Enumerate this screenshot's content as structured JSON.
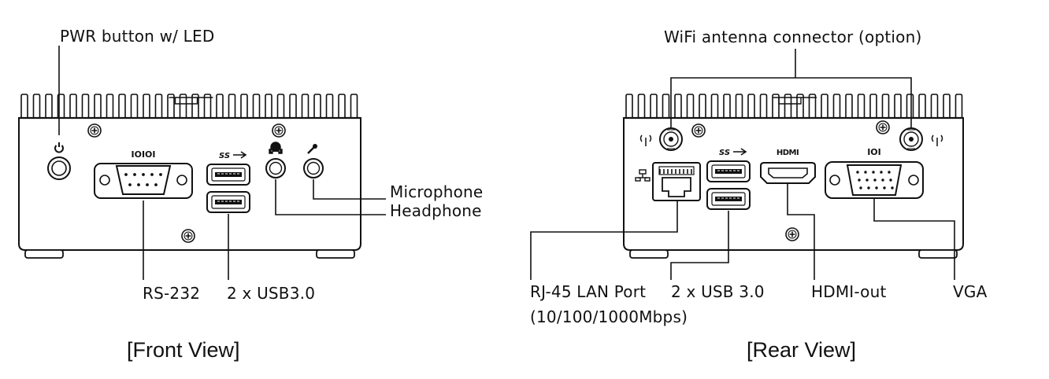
{
  "front": {
    "caption": "[Front View]",
    "labels": {
      "pwr": "PWR button w/ LED",
      "microphone": "Microphone",
      "headphone": "Headphone",
      "rs232": "RS-232",
      "usb": "2 x USB3.0"
    },
    "port_icons": {
      "serial": "IOIOI",
      "usb": "SS",
      "power": "power-icon",
      "headphone": "headphone-icon",
      "microphone": "microphone-icon"
    }
  },
  "rear": {
    "caption": "[Rear View]",
    "labels": {
      "wifi": "WiFi antenna connector (option)",
      "lan_line1": "RJ-45 LAN Port",
      "lan_line2": "(10/100/1000Mbps)",
      "usb": "2 x USB 3.0",
      "hdmi": "HDMI-out",
      "vga": "VGA"
    },
    "port_icons": {
      "hdmi": "HDMI",
      "vga": "IOI",
      "usb": "SS",
      "lan": "network-icon",
      "antenna": "antenna-icon"
    }
  },
  "colors": {
    "line": "#111111",
    "background": "#ffffff"
  }
}
